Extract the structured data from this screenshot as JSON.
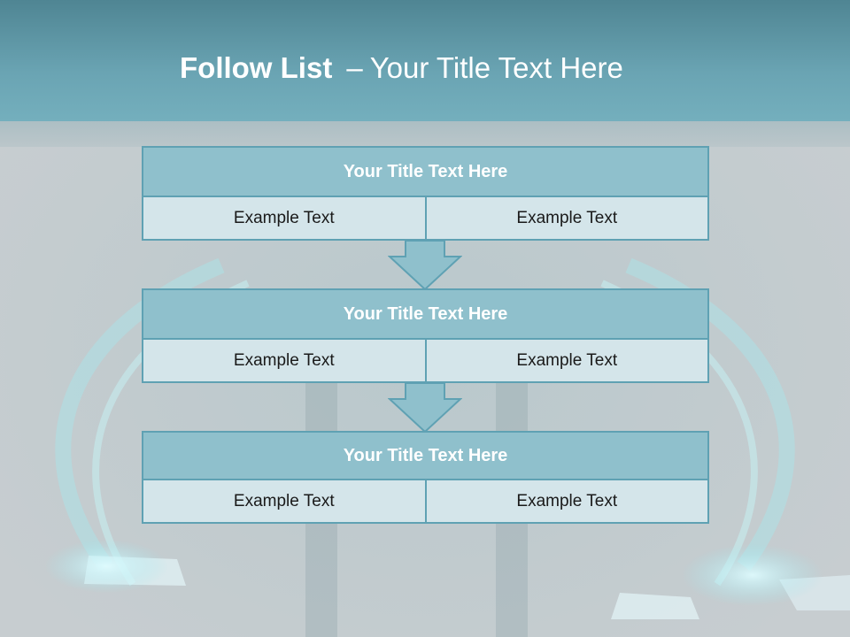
{
  "slide": {
    "title_bold": "Follow List",
    "title_separator": "–",
    "title_rest": "Your Title Text Here"
  },
  "blocks": [
    {
      "title": "Your Title Text Here",
      "cells": [
        "Example Text",
        "Example Text"
      ]
    },
    {
      "title": "Your Title Text Here",
      "cells": [
        "Example Text",
        "Example Text"
      ]
    },
    {
      "title": "Your Title Text Here",
      "cells": [
        "Example Text",
        "Example Text"
      ]
    }
  ],
  "colors": {
    "header": "#6aa4b3",
    "block_title_fill": "#8fc0cc",
    "block_border": "#5fa1b3",
    "cell_fill": "#d4e5ea",
    "arrow_fill": "#8fc0cc"
  }
}
